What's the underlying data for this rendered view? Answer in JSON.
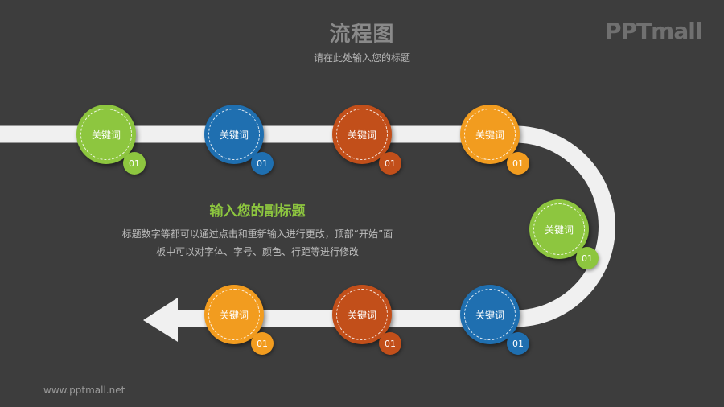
{
  "header": {
    "title": "流程图",
    "subtitle": "请在此处输入您的标题",
    "logo": "PPTmall"
  },
  "colors": {
    "background": "#3d3d3d",
    "path": "#f0f0f0",
    "green": "#8dc63f",
    "blue": "#1f6fb0",
    "rust": "#c24f1a",
    "orange": "#f29c1f"
  },
  "nodes": [
    {
      "label": "关键词",
      "badge": "01",
      "color": "green"
    },
    {
      "label": "关键词",
      "badge": "01",
      "color": "blue"
    },
    {
      "label": "关键词",
      "badge": "01",
      "color": "rust"
    },
    {
      "label": "关键词",
      "badge": "01",
      "color": "orange"
    },
    {
      "label": "关键词",
      "badge": "01",
      "color": "green"
    },
    {
      "label": "关键词",
      "badge": "01",
      "color": "blue"
    },
    {
      "label": "关键词",
      "badge": "01",
      "color": "rust"
    },
    {
      "label": "关键词",
      "badge": "01",
      "color": "orange"
    }
  ],
  "content": {
    "subheading": "输入您的副标题",
    "description_line1": "标题数字等都可以通过点击和重新输入进行更改，顶部“开始”面",
    "description_line2": "板中可以对字体、字号、颜色、行距等进行修改"
  },
  "footer": {
    "url": "www.pptmall.net"
  }
}
